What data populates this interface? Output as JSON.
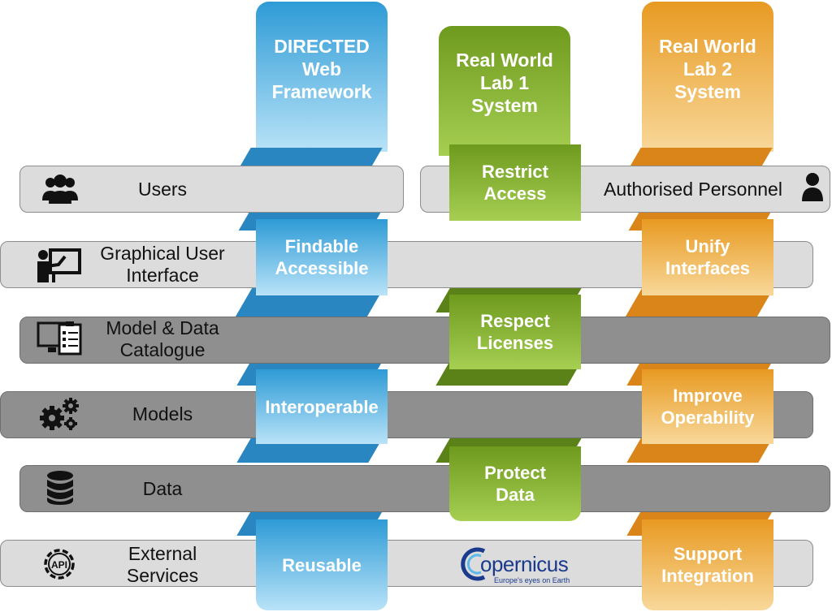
{
  "columns": {
    "directed": {
      "title": "DIRECTED Web Framework",
      "blocks": [
        "Findable Accessible",
        "Interoperable",
        "Reusable"
      ]
    },
    "rwl1": {
      "title": "Real World Lab 1 System",
      "blocks": [
        "Restrict Access",
        "Respect Licenses",
        "Protect Data"
      ]
    },
    "rwl2": {
      "title": "Real World Lab 2 System",
      "blocks": [
        "Unify Interfaces",
        "Improve Operability",
        "Support Integration"
      ]
    }
  },
  "layers": {
    "users": "Users",
    "authorised": "Authorised Personnel",
    "gui": "Graphical User Interface",
    "catalogue": "Model & Data Catalogue",
    "models": "Models",
    "data": "Data",
    "external": "External Services"
  },
  "copernicus": {
    "name": "opernicus",
    "tagline": "Europe's eyes on Earth"
  },
  "colors": {
    "blue": "#2e9bd6",
    "green": "#6e9a1e",
    "orange": "#e89a22",
    "layer_light": "#dcdcdc",
    "layer_dark": "#8f8f8f"
  }
}
